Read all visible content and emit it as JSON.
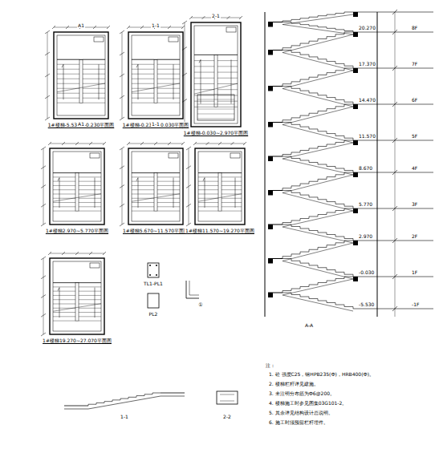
{
  "diagram": {
    "nodes": [
      {
        "text": [
          "1#楼梯-5.530~-0.230平面图"
        ]
      },
      {
        "text": [
          "1#楼梯-0.230~-0.030平面图"
        ]
      },
      {
        "text": [
          "1#楼梯-0.030~2.970平面图"
        ]
      },
      {
        "text": [
          "1#楼梯2.970~5.770平面图"
        ]
      },
      {
        "text": [
          "1#楼梯5.670~11.570平面图"
        ]
      },
      {
        "text": [
          "1#楼梯11.570~19.270平面图"
        ]
      },
      {
        "text": [
          "1#楼梯19.270~27.070平面图"
        ]
      }
    ],
    "labels": [
      "A1",
      "A1",
      "1-1",
      "1-1",
      "2-1",
      "TL1-PL1",
      "PL2",
      "①",
      "A-A",
      "8F",
      "7F",
      "6F",
      "5F",
      "4F",
      "3F",
      "2F",
      "1F",
      "-1F",
      "20.270",
      "17.370",
      "14.470",
      "11.570",
      "8.670",
      "5.770",
      "2.970",
      "-0.030",
      "-5.530",
      "1-1",
      "2-2",
      "注：",
      "1. 砼 强度C25，钢HPB235(Ф)，HRB400(Ф)。",
      "2. 楼梯栏杆详见建施。",
      "3. 未注明分布筋为Ф6@200。",
      "4. 楼梯施工时参见图集03G101-2。",
      "5. 其余详见结构设计总说明。",
      "6. 施工时须预留栏杆埋件。"
    ]
  }
}
